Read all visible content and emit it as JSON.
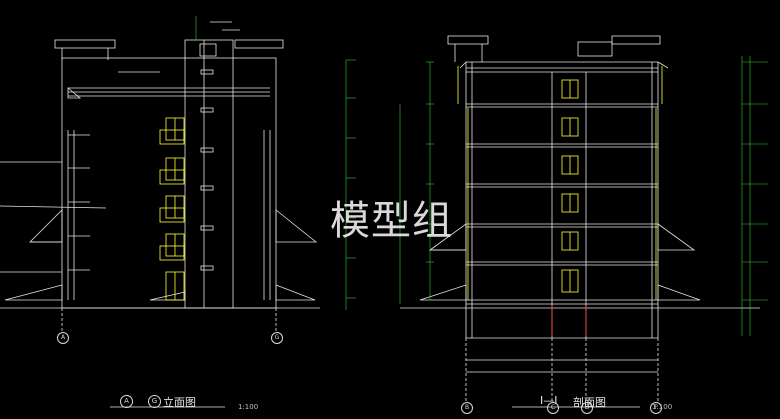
{
  "watermark": "模型组",
  "elevation": {
    "title_prefix_axis_1": "A",
    "title_prefix_axis_2": "G",
    "title": "立面图",
    "scale": "1:100",
    "axis_left": "A",
    "axis_right": "G"
  },
  "section": {
    "title_code": "I—I",
    "title": "剖面图",
    "scale": "1:100",
    "axes": [
      "B",
      "C",
      "D",
      "F"
    ]
  },
  "colors": {
    "background": "#000000",
    "line": "#e6e6e6",
    "yellow": "#ffff33",
    "green": "#33cc33",
    "red": "#ff3333",
    "cyan": "#33cccc"
  }
}
